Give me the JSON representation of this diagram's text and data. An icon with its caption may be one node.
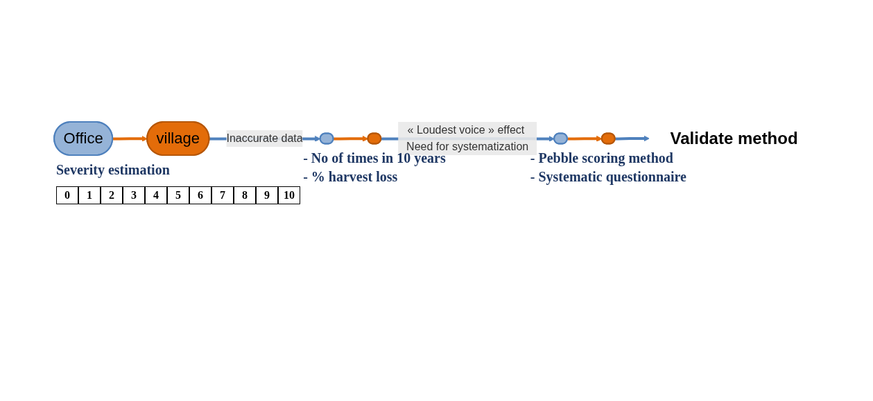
{
  "diagram": {
    "nodes": [
      {
        "text": [
          "Office"
        ]
      },
      {
        "text": [
          "village"
        ],
        "beside": [
          "Severity estimation"
        ]
      },
      {
        "text": [],
        "shape": "ellipse"
      },
      {
        "text": [],
        "shape": "ellipse",
        "beside": [
          "- No of times in 10 years",
          "- % harvest loss"
        ]
      },
      {
        "text": [],
        "shape": "ellipse"
      },
      {
        "text": [],
        "shape": "ellipse",
        "beside": [
          "- Pebble scoring method",
          "- Systematic questionnaire"
        ]
      },
      {
        "text": [
          "Validate method"
        ]
      }
    ],
    "edges": [
      {
        "from": 0,
        "to": 1,
        "arrow": "to",
        "color": "#e36c09"
      },
      {
        "from": 1,
        "to": 2,
        "arrow": "to",
        "label": "Inaccurate data",
        "color": "#4f81bd"
      },
      {
        "from": 2,
        "to": 3,
        "arrow": "to",
        "color": "#e36c09"
      },
      {
        "from": 3,
        "to": 4,
        "arrow": "to",
        "label": "« Loudest voice » effect Need for systematization",
        "color": "#4f81bd"
      },
      {
        "from": 4,
        "to": 5,
        "arrow": "to",
        "color": "#e36c09"
      },
      {
        "from": 5,
        "to": 6,
        "arrow": "to",
        "color": "#4f81bd"
      }
    ],
    "labels": [
      "0",
      "1",
      "2",
      "3",
      "4",
      "5",
      "6",
      "7",
      "8",
      "9",
      "10"
    ]
  }
}
